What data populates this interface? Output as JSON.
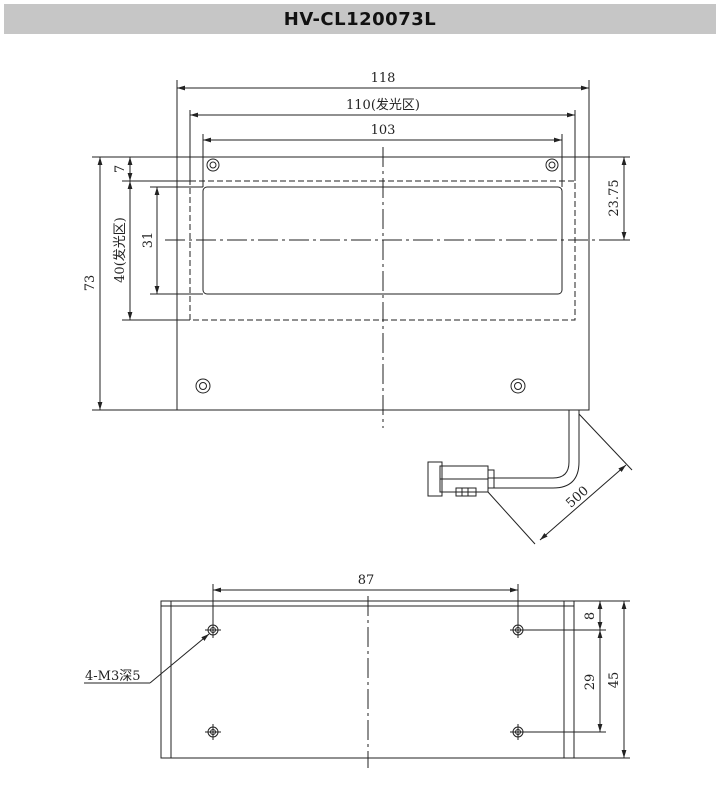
{
  "title": "HV-CL120073L",
  "front_view": {
    "dim_width": "118",
    "dim_emit_width": "110(发光区)",
    "dim_hole_spacing": "103",
    "dim_height": "73",
    "dim_emit_height": "40(发光区)",
    "dim_window_height": "31",
    "dim_top_offset": "7",
    "dim_center": "23.75",
    "dim_cable": "500"
  },
  "bottom_view": {
    "dim_hole_spacing": "87",
    "dim_top_offset": "8",
    "dim_hole_vertical": "29",
    "dim_depth": "45",
    "hole_callout": "4-M3深5"
  }
}
